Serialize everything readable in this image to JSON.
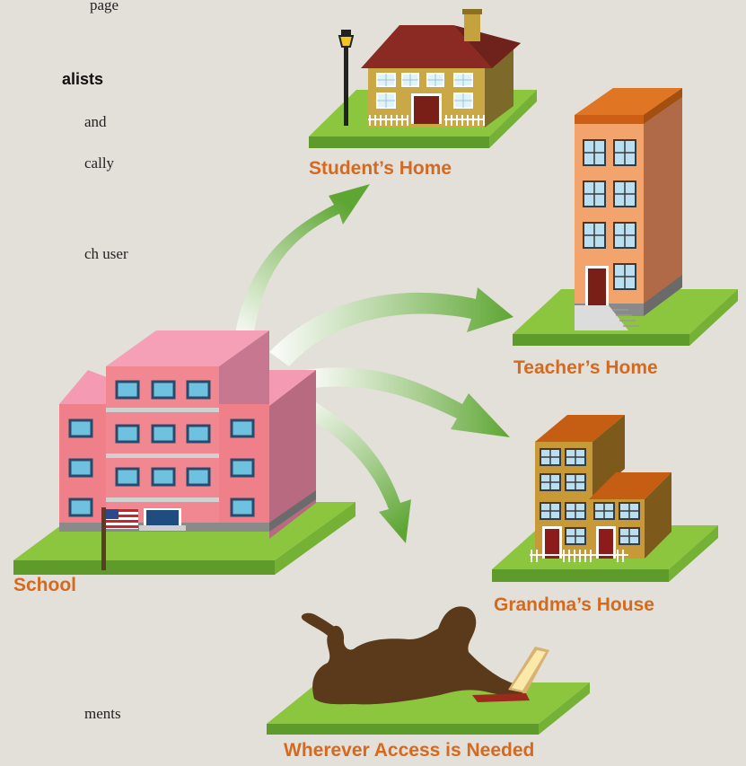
{
  "text_fragments": [
    "page",
    "and",
    "cally",
    "ch user",
    "ments"
  ],
  "heading_fragment": "alists",
  "locations": [
    {
      "label": "Student’s Home"
    },
    {
      "label": "Teacher’s Home"
    },
    {
      "label": "School"
    },
    {
      "label": "Grandma’s House"
    },
    {
      "label": "Wherever Access is Needed"
    }
  ],
  "colors": {
    "background": "#e3dfd9",
    "label": "#d56a1f",
    "grass": "#8cc63f",
    "arrow": "#6aaa3a"
  }
}
